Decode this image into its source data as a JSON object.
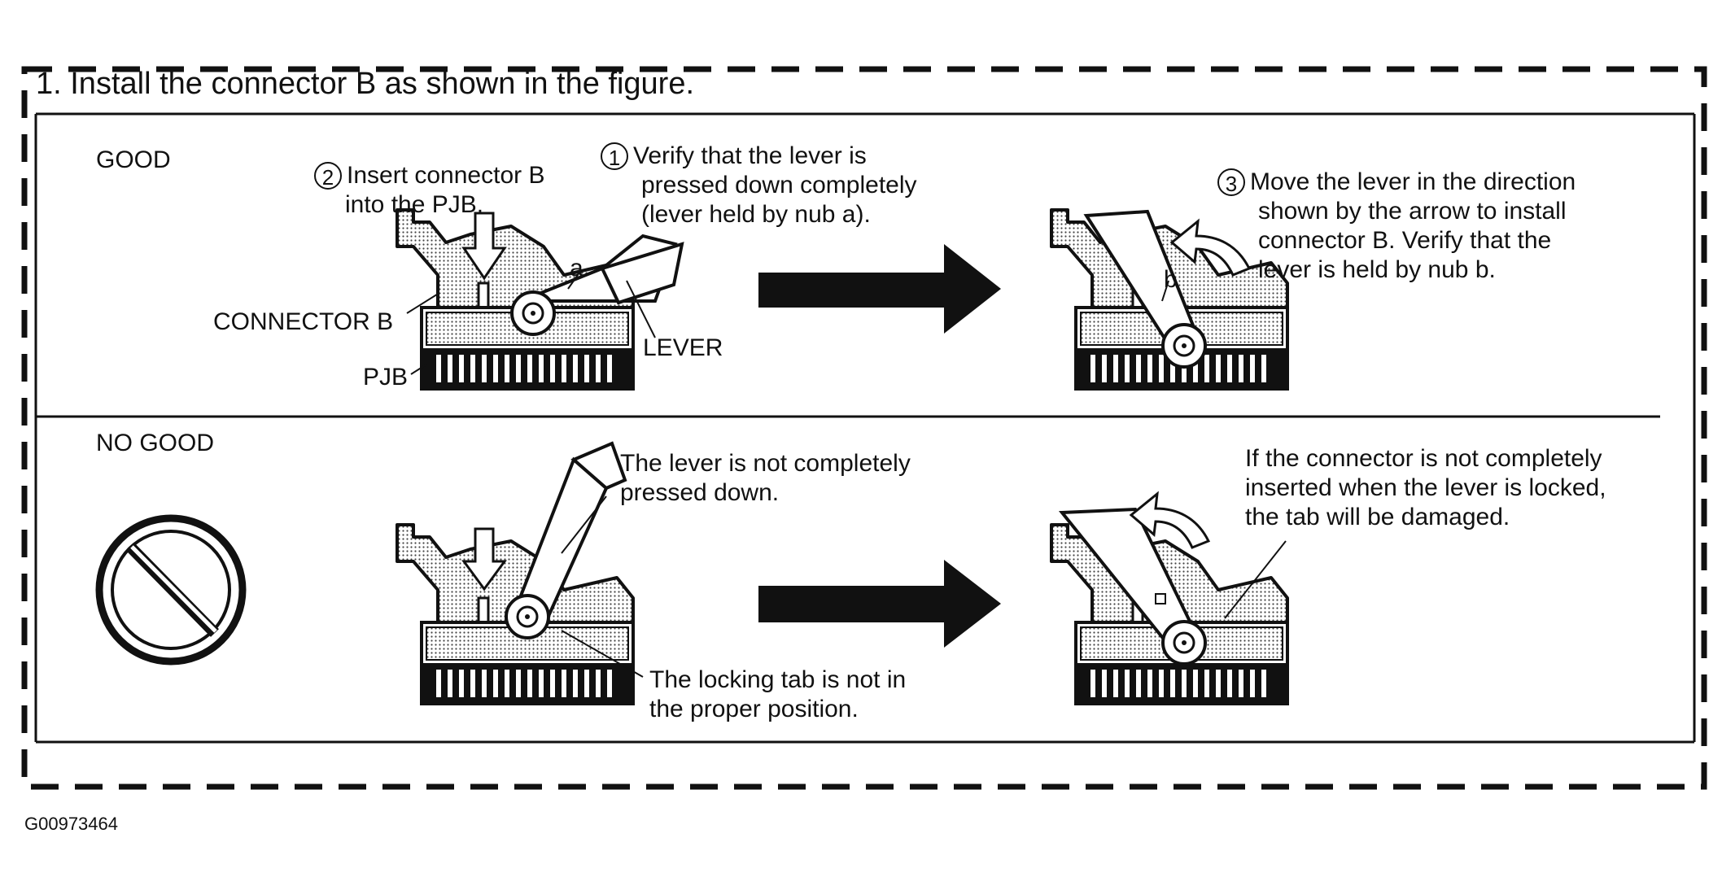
{
  "title": "1.  Install the connector B as shown in the figure.",
  "good": {
    "heading": "GOOD",
    "step1_num": "1",
    "step1_lines": [
      "Verify that the lever is",
      "pressed down completely",
      "(lever held by nub a)."
    ],
    "step2_num": "2",
    "step2_lines": [
      "Insert connector B",
      "into the PJB."
    ],
    "step3_num": "3",
    "step3_lines": [
      "Move the lever in the direction",
      "shown by the arrow to install",
      "connector B. Verify that the",
      "lever is held by nub b."
    ],
    "label_connector": "CONNECTOR B",
    "label_pjb": "PJB",
    "label_lever": "LEVER",
    "nub_a": "a",
    "nub_b": "b"
  },
  "nogood": {
    "heading": "NO GOOD",
    "note1_lines": [
      "The lever is not completely",
      "pressed down."
    ],
    "note2_lines": [
      "The locking tab is not in",
      "the proper position."
    ],
    "note3_lines": [
      "If the connector is not completely",
      "inserted when the lever is locked,",
      "the tab will be damaged."
    ]
  },
  "figure_code": "G00973464",
  "colors": {
    "ink": "#111111",
    "fill": "#d9d9d9"
  }
}
